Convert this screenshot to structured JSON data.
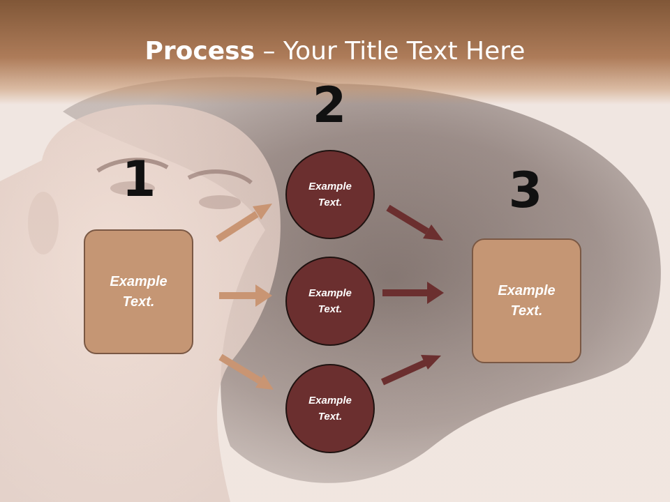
{
  "title": {
    "bold": "Process",
    "rest": " – Your Title Text Here"
  },
  "steps": [
    {
      "number": "1",
      "label": "Example\nText."
    },
    {
      "number": "2",
      "labels": [
        "Example\nText.",
        "Example\nText.",
        "Example\nText."
      ]
    },
    {
      "number": "3",
      "label": "Example\nText."
    }
  ],
  "colors": {
    "title_band": "#a06f4b",
    "box_fill": "#c59674",
    "box_border": "#7a5844",
    "circle_fill": "#6b2f2f",
    "left_arrow": "#c99573",
    "right_arrow": "#6b2f2f"
  }
}
